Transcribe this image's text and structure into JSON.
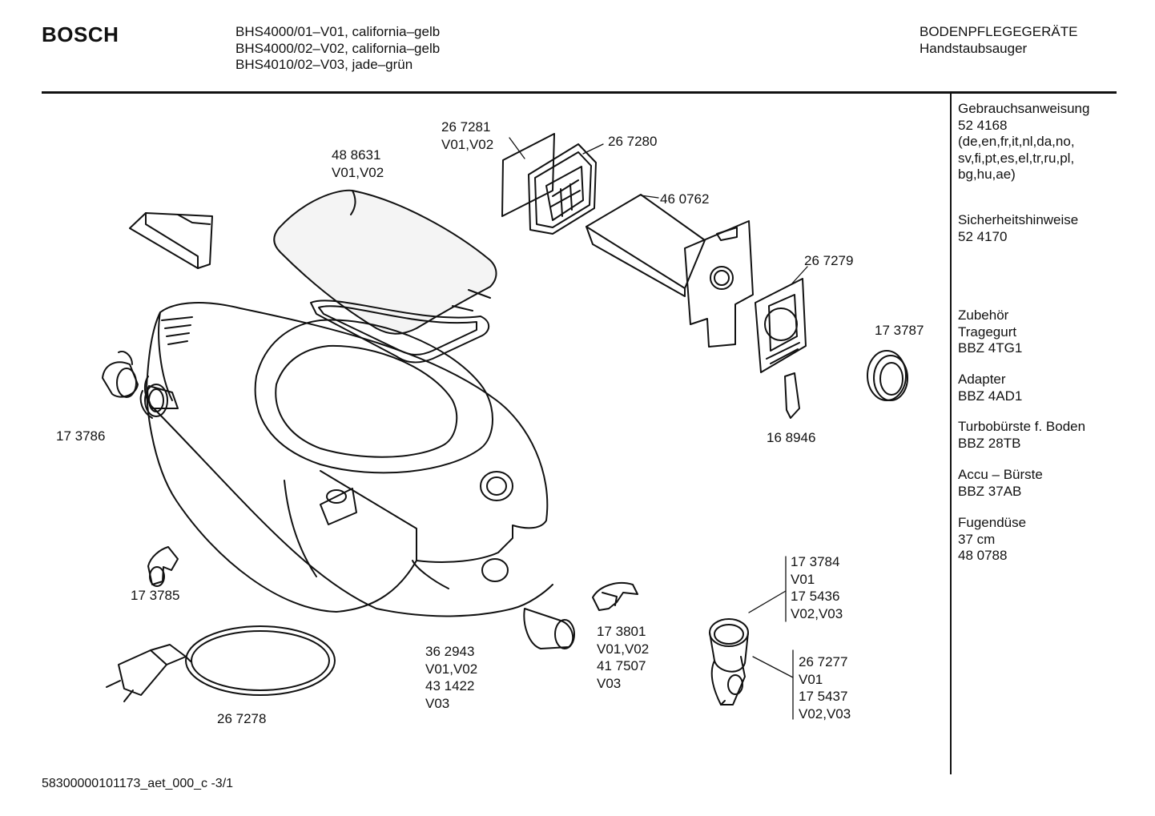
{
  "header": {
    "brand": "BOSCH",
    "models": [
      "BHS4000/01–V01, california–gelb",
      "BHS4000/02–V02, california–gelb",
      "BHS4010/02–V03, jade–grün"
    ],
    "category": "BODENPFLEGEGERÄTE",
    "subcategory": "Handstaubsauger"
  },
  "sidebar": {
    "manual_title": "Gebrauchsanweisung",
    "manual_number": "52 4168",
    "manual_langs_1": "(de,en,fr,it,nl,da,no,",
    "manual_langs_2": "sv,fi,pt,es,el,tr,ru,pl,",
    "manual_langs_3": "bg,hu,ae)",
    "safety_title": "Sicherheitshinweise",
    "safety_number": "52 4170",
    "accessories_title": "Zubehör",
    "acc1_name": "Tragegurt",
    "acc1_code": "BBZ 4TG1",
    "acc2_name": "Adapter",
    "acc2_code": "BBZ 4AD1",
    "acc3_name": "Turbobürste f. Boden",
    "acc3_code": "BBZ 28TB",
    "acc4_name": "Accu – Bürste",
    "acc4_code": "BBZ 37AB",
    "acc5_name": "Fugendüse",
    "acc5_size": "37 cm",
    "acc5_code": "48 0788"
  },
  "parts": {
    "p267281": [
      "26 7281",
      "V01,V02"
    ],
    "p267280": [
      "26 7280"
    ],
    "p488631": [
      "48 8631",
      "V01,V02"
    ],
    "p460762": [
      "46 0762"
    ],
    "p267279": [
      "26 7279"
    ],
    "p173787": [
      "17 3787"
    ],
    "p168946": [
      "16 8946"
    ],
    "p173786": [
      "17 3786"
    ],
    "p173785": [
      "17 3785"
    ],
    "p267278": [
      "26 7278"
    ],
    "p362943": [
      "36 2943",
      "V01,V02",
      "43 1422",
      "V03"
    ],
    "p173801": [
      "17 3801",
      "V01,V02",
      "41 7507",
      "V03"
    ],
    "p173784": [
      "17 3784",
      "V01",
      "17 5436",
      "V02,V03"
    ],
    "p267277": [
      "26 7277",
      "V01",
      "17 5437",
      "V02,V03"
    ]
  },
  "footer": {
    "doc_id": "58300000101173_aet_000_c -3/1"
  }
}
